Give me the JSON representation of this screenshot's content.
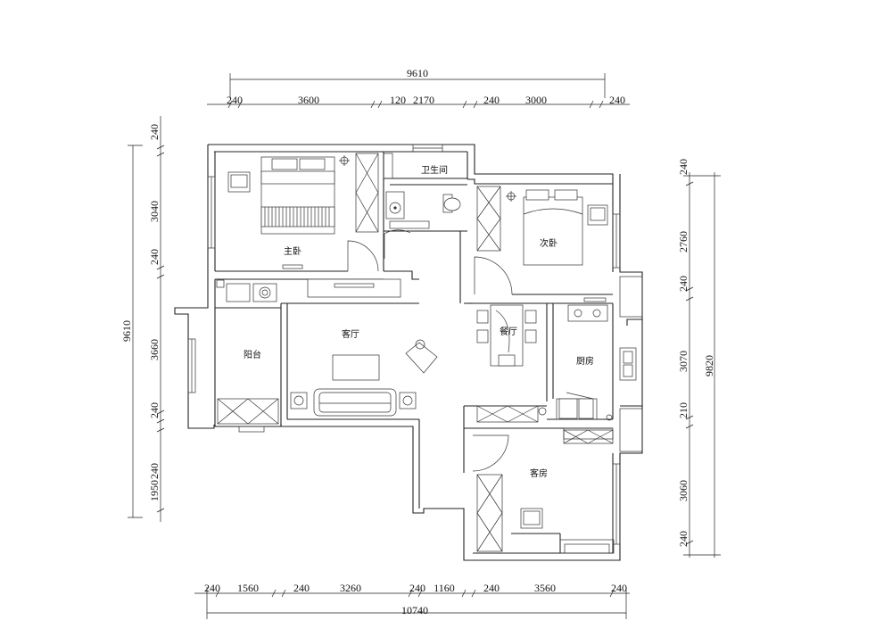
{
  "dimensions": {
    "top_total": "9610",
    "top_segments": [
      "240",
      "3600",
      "120",
      "2170",
      "240",
      "3000",
      "240"
    ],
    "bottom_segments": [
      "240",
      "1560",
      "240",
      "3260",
      "240",
      "1160",
      "240",
      "3560",
      "240"
    ],
    "bottom_total": "10740",
    "left_total": "9610",
    "left_segments": [
      "240",
      "3040",
      "240",
      "3660",
      "240",
      "240",
      "1950"
    ],
    "right_total": "9820",
    "right_segments": [
      "240",
      "2760",
      "240",
      "3070",
      "210",
      "3060",
      "240"
    ]
  },
  "rooms": {
    "master_bedroom": "主卧",
    "bathroom": "卫生间",
    "second_bedroom": "次卧",
    "balcony": "阳台",
    "living_room": "客厅",
    "dining_room": "餐厅",
    "kitchen": "厨房",
    "guest_room": "客房"
  }
}
